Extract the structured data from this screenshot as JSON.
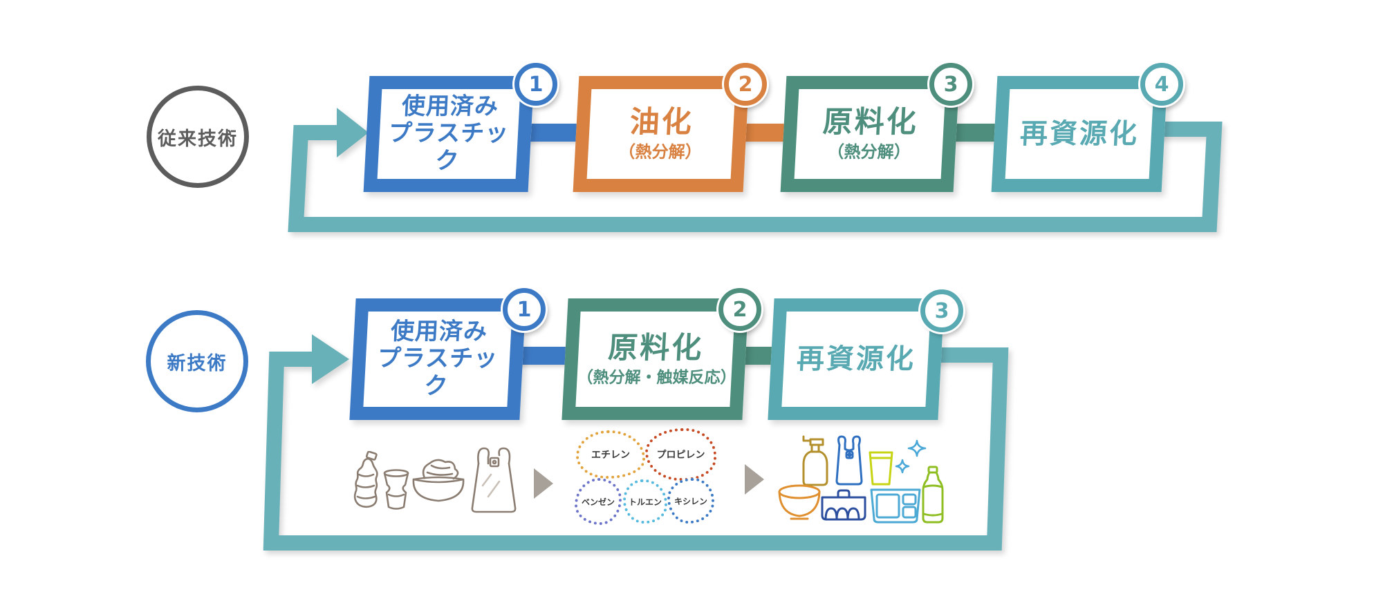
{
  "palette": {
    "blue": "#3d7ac6",
    "orange": "#d98140",
    "green": "#4e8e7c",
    "teal": "#68b1b9",
    "circle_gray_border": "#6a6a6a",
    "waste_icon_outline": "#8a7c70",
    "flow_triangle": "#a8a19a"
  },
  "conventional": {
    "label": "従来技術",
    "steps": [
      {
        "num": "1",
        "line1": "使用済み",
        "line2": "プラスチック",
        "note": ""
      },
      {
        "num": "2",
        "line1": "油化",
        "line2": "",
        "note": "（熱分解）"
      },
      {
        "num": "3",
        "line1": "原料化",
        "line2": "",
        "note": "（熱分解）"
      },
      {
        "num": "4",
        "line1": "再資源化",
        "line2": "",
        "note": ""
      }
    ]
  },
  "new_tech": {
    "label": "新技術",
    "steps": [
      {
        "num": "1",
        "line1": "使用済み",
        "line2": "プラスチック",
        "note": ""
      },
      {
        "num": "2",
        "line1": "原料化",
        "line2": "",
        "note": "（熱分解・触媒反応）"
      },
      {
        "num": "3",
        "line1": "再資源化",
        "line2": "",
        "note": ""
      }
    ],
    "chemicals": [
      {
        "name": "エチレン",
        "color": "#e2a23c"
      },
      {
        "name": "プロピレン",
        "color": "#c64a24"
      },
      {
        "name": "ベンゼン",
        "color": "#6b74c8"
      },
      {
        "name": "トルエン",
        "color": "#55bade"
      },
      {
        "name": "キシレン",
        "color": "#3d7ac6"
      }
    ],
    "waste_icons": [
      "crushed-plastic-bottle",
      "crushed-plastic-cup",
      "bowl-with-crumpled-plastic",
      "plastic-bag"
    ],
    "product_icons": [
      "pump-bottle",
      "plastic-bag",
      "cup",
      "sparkles",
      "bowl",
      "egg-carton",
      "food-container",
      "pet-bottle"
    ]
  }
}
